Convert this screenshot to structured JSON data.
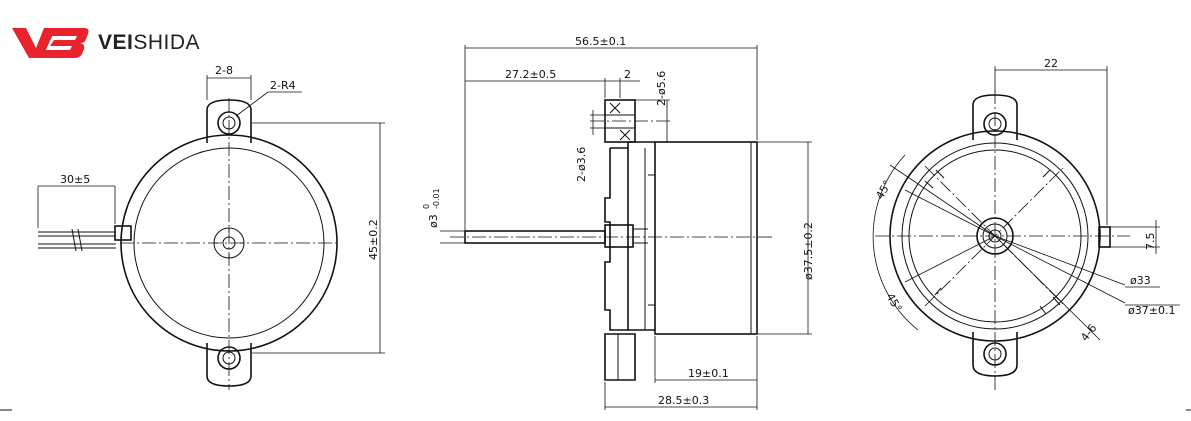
{
  "brand": {
    "prefix": "VEI",
    "suffix": "SHIDA",
    "accent_color": "#e8232d"
  },
  "front_view": {
    "lug_width": "2-8",
    "lug_radius": "2-R4",
    "lead_length": "30±5",
    "height": "45±0.2"
  },
  "side_view": {
    "overall_length": "56.5±0.1",
    "shaft_extension": "27.2±0.5",
    "flange_thickness": "2",
    "gear_holes": "2-ø5.6",
    "pin_holes": "2-ø3.6",
    "shaft_dia": "ø3",
    "shaft_tol_upper": "0",
    "shaft_tol_lower": "-0.01",
    "body_dia": "ø37.5±0.2",
    "body_length": "19±0.1",
    "base_length": "28.5±0.3"
  },
  "rear_view": {
    "hole_offset": "22",
    "angle_top": "45°",
    "angle_bottom": "45°",
    "pcd_inner": "ø33",
    "pcd_outer": "ø37±0.1",
    "slots": "4-6",
    "tab_height": "7.5"
  }
}
